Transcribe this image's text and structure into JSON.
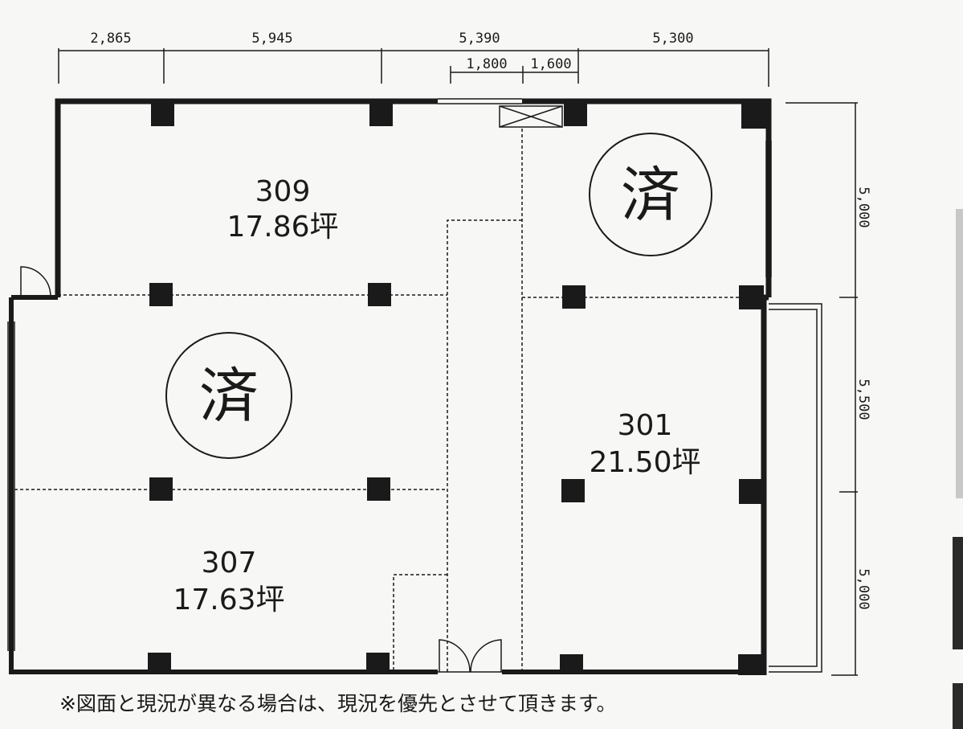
{
  "dimensions": {
    "top": [
      "2,865",
      "5,945",
      "5,390",
      "5,300"
    ],
    "sub": [
      "1,800",
      "1,600"
    ],
    "right": [
      "5,000",
      "5,500",
      "5,000"
    ]
  },
  "rooms": [
    {
      "number": "309",
      "area": "17.86坪"
    },
    {
      "number": "301",
      "area": "21.50坪"
    },
    {
      "number": "307",
      "area": "17.63坪"
    }
  ],
  "stamps": [
    "済",
    "済"
  ],
  "note": "※図面と現況が異なる場合は、現況を優先とさせて頂きます。",
  "colors": {
    "line": "#1a1a1a",
    "background": "#f7f7f5",
    "margin_bar": "#2a2a2a"
  }
}
